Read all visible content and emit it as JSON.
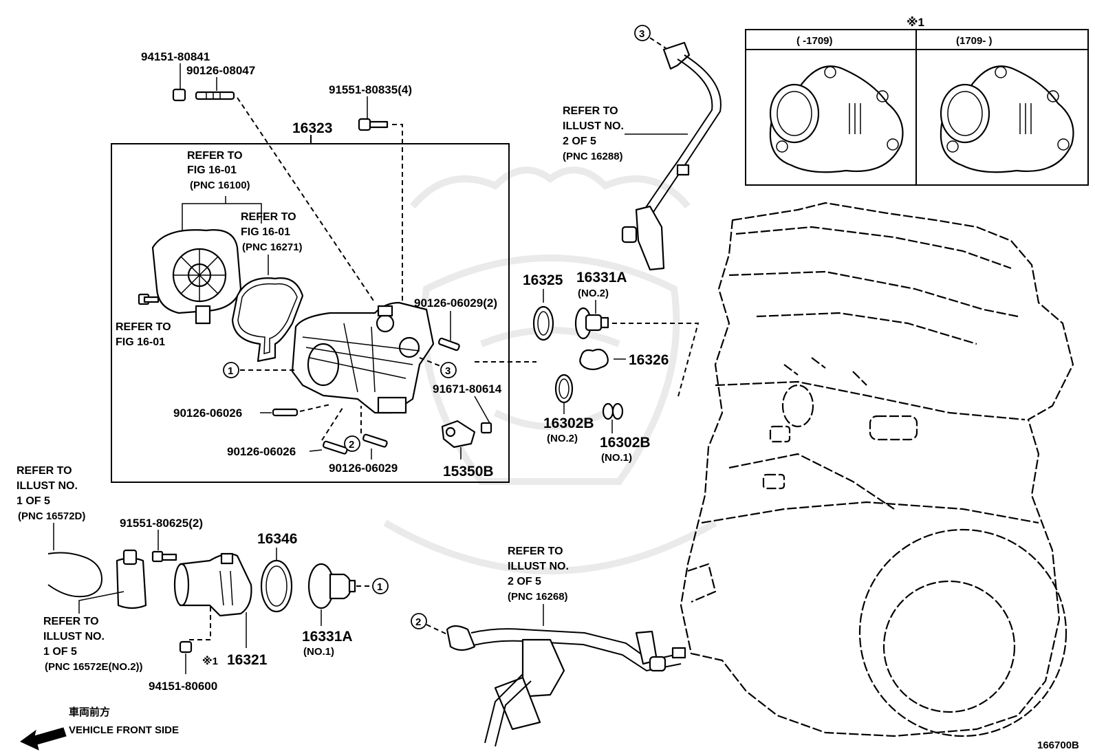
{
  "diagram_id": "166700B",
  "parts": {
    "p94151_80841": "94151-80841",
    "p90126_08047": "90126-08047",
    "p91551_80835": "91551-80835(4)",
    "p16323": "16323",
    "p90126_06029_2": "90126-06029(2)",
    "p91671_80614": "91671-80614",
    "p90126_06026_a": "90126-06026",
    "p90126_06026_b": "90126-06026",
    "p90126_06029": "90126-06029",
    "p15350B": "15350B",
    "p16325": "16325",
    "p16331A_top": "16331A",
    "p16331A_top_sub": "(NO.2)",
    "p16326": "16326",
    "p16302B_a": "16302B",
    "p16302B_a_sub": "(NO.2)",
    "p16302B_b": "16302B",
    "p16302B_b_sub": "(NO.1)",
    "p91551_80625": "91551-80625(2)",
    "p16346": "16346",
    "p16331A_bot": "16331A",
    "p16331A_bot_sub": "(NO.1)",
    "p16321": "16321",
    "p94151_80600": "94151-80600"
  },
  "refs": {
    "r1": [
      "REFER TO",
      "FIG 16-01",
      "(PNC 16100)"
    ],
    "r2": [
      "REFER TO",
      "FIG 16-01",
      "(PNC 16271)"
    ],
    "r3": [
      "REFER TO",
      "FIG 16-01"
    ],
    "r4": [
      "REFER TO",
      "ILLUST NO.",
      "2 OF 5",
      "(PNC 16288)"
    ],
    "r5": [
      "REFER TO",
      "ILLUST NO.",
      "1 OF 5",
      "(PNC 16572D)"
    ],
    "r6": [
      "REFER TO",
      "ILLUST NO.",
      "1 OF 5",
      "(PNC 16572E(NO.2))"
    ],
    "r7": [
      "REFER TO",
      "ILLUST NO.",
      "2 OF 5",
      "(PNC 16268)"
    ]
  },
  "callouts": {
    "c1": "1",
    "c2": "2",
    "c3": "3"
  },
  "variant_box": {
    "mark": "※1",
    "col_left": "(      -1709)",
    "col_right": "(1709-      )"
  },
  "note_mark_16321": "※1",
  "direction": {
    "jp": "車両前方",
    "en": "VEHICLE FRONT SIDE"
  },
  "icons": {
    "arrow": "left-arrow-icon",
    "watermark": "samurai-helmet-watermark"
  }
}
